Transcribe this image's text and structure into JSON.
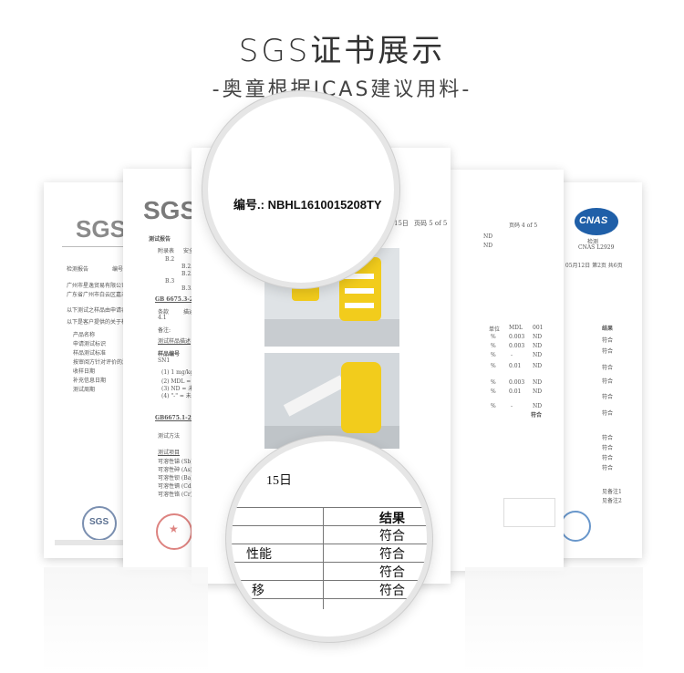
{
  "header": {
    "title": "SGS证书展示",
    "subtitle": "-奥童根据ICAS建议用料-"
  },
  "doc_far_left": {
    "logo": "SGS",
    "label": "检测报告",
    "label2": "编号",
    "lines": [
      "广州市星逸贸易有限公司",
      "广东省广州市白云区嘉禾",
      "以下测试之样品由申请者提供及确认",
      "以下是客户提供的关于样品",
      "产品名称",
      "申请测试标识",
      "样品测试标准",
      "按审阅方针对评价的测试",
      "收样日期",
      "补充信息日期",
      "测试周期"
    ],
    "footer_badge": "SGS"
  },
  "doc_left": {
    "logo": "SGS",
    "report": "测试报告",
    "col1": "附录表",
    "col2": "安全",
    "rows": [
      "B.2",
      "B.2.1",
      "B.2.2",
      "B.3",
      "B.3.1"
    ],
    "standard1": "GB 6675.3-2014",
    "item_header": "条款",
    "item_col": "描述",
    "item_row": "4.1",
    "note": "备注:",
    "sample_desc": "测试样品描述",
    "sample_no_label": "样品编号",
    "sample_no": "SN1",
    "notes": [
      "(1) 1 mg/kg =",
      "(2) MDL = 方",
      "(3) ND = 未检",
      "(4) \"-\" = 未"
    ],
    "standard2": "GB6675.1-2014",
    "method": "测试方法",
    "items_label": "测试项目",
    "items": [
      "可溶性锑 (Sb)",
      "可溶性砷 (As)",
      "可溶性钡 (Ba)",
      "可溶性镉 (Cd)",
      "可溶性铬 (Cr)"
    ]
  },
  "doc_center": {
    "date": "15日",
    "page": "页码 5 of 5",
    "page_mid": "页码 4 of 5"
  },
  "doc_right": {
    "unit_h": "单位",
    "mdl_h": "MDL",
    "col_h": "001",
    "rows": [
      [
        "%",
        "0.003",
        "ND"
      ],
      [
        "%",
        "0.003",
        "ND"
      ],
      [
        "%",
        "-",
        "ND"
      ],
      [
        "%",
        "0.01",
        "ND"
      ],
      [
        "%",
        "0.003",
        "ND"
      ],
      [
        "%",
        "0.01",
        "ND"
      ],
      [
        "%",
        "-",
        "ND"
      ]
    ],
    "verdict": "符合",
    "nd1": "ND",
    "nd2": "ND"
  },
  "doc_far_right": {
    "cnas_text": "CNAS",
    "cnas_sub": "检测",
    "cnas_code": "CNAS L2929",
    "date_line": "年 05月12日   第2页 共6页",
    "result_h": "结果",
    "results": [
      "符合",
      "符合",
      "符合",
      "符合",
      "符合",
      "符合",
      "符合",
      "符合",
      "符合",
      "符合"
    ],
    "notes": [
      "见备注1",
      "见备注2"
    ]
  },
  "magnifier_top": {
    "number_label": "编号.:",
    "number_value": "NBHL1610015208TY"
  },
  "magnifier_bottom": {
    "date": "15日",
    "result_header": "结果",
    "rows": [
      {
        "label": "",
        "value": "符合"
      },
      {
        "label": "性能",
        "value": "符合"
      },
      {
        "label": "",
        "value": "符合"
      },
      {
        "label": "移",
        "value": "符合"
      }
    ]
  },
  "colors": {
    "seal_blue": "#2a6bb5",
    "slide_yellow": "#f2cc1c",
    "stamp_red": "#c8322d"
  }
}
